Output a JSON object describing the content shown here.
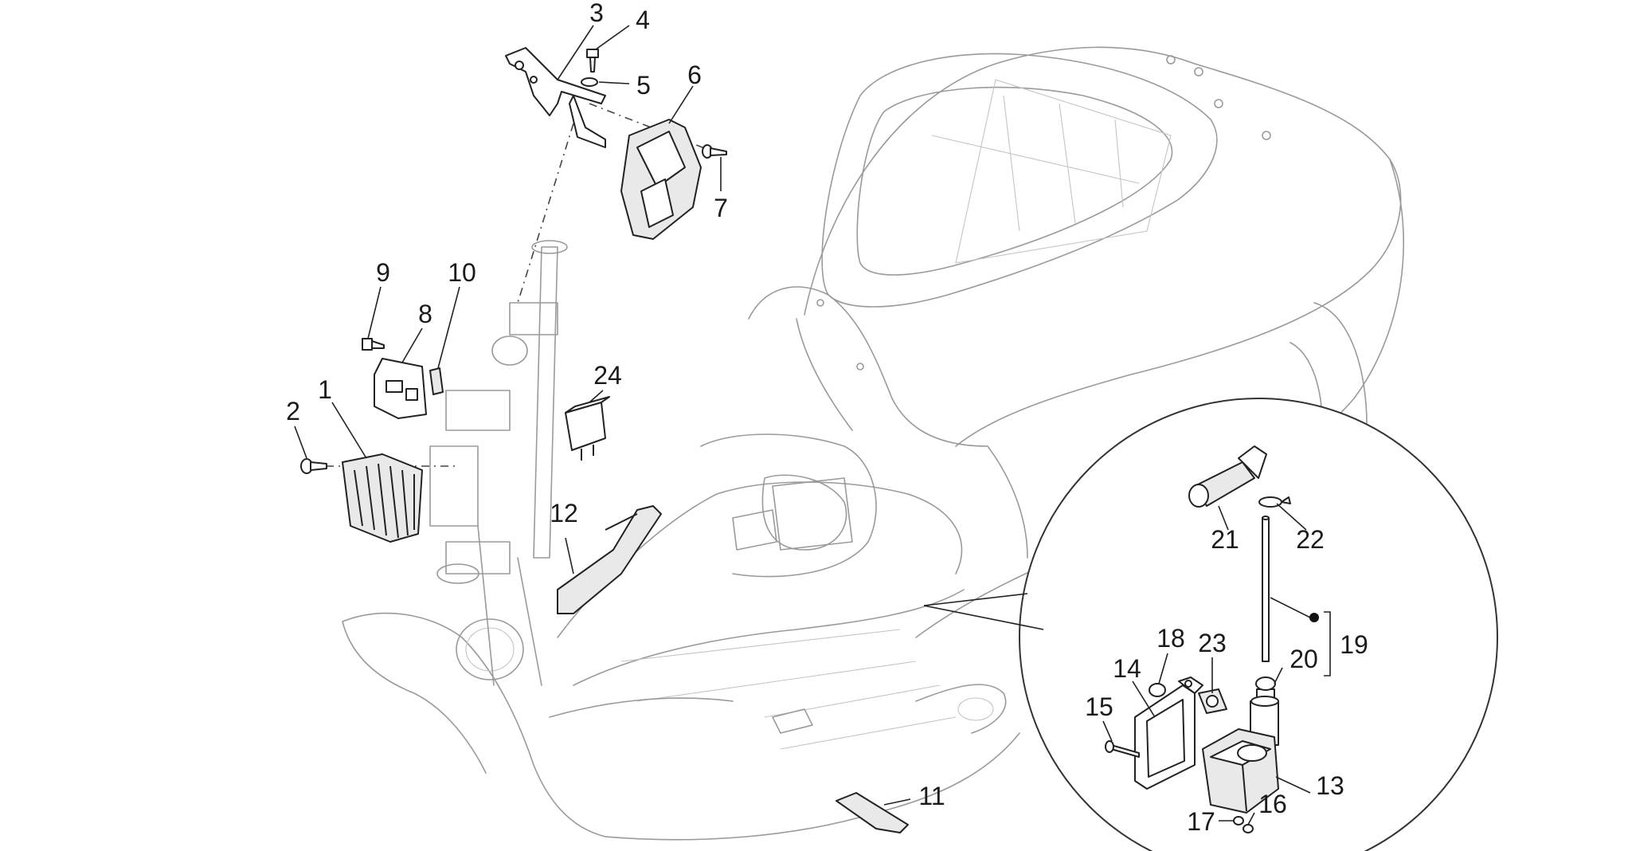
{
  "callouts": [
    {
      "id": "1",
      "text": "1"
    },
    {
      "id": "2",
      "text": "2"
    },
    {
      "id": "3",
      "text": "3"
    },
    {
      "id": "4",
      "text": "4"
    },
    {
      "id": "5",
      "text": "5"
    },
    {
      "id": "6",
      "text": "6"
    },
    {
      "id": "7",
      "text": "7"
    },
    {
      "id": "8",
      "text": "8"
    },
    {
      "id": "9",
      "text": "9"
    },
    {
      "id": "10",
      "text": "10"
    },
    {
      "id": "11",
      "text": "11"
    },
    {
      "id": "12",
      "text": "12"
    },
    {
      "id": "13",
      "text": "13"
    },
    {
      "id": "14",
      "text": "14"
    },
    {
      "id": "15",
      "text": "15"
    },
    {
      "id": "16",
      "text": "16"
    },
    {
      "id": "17",
      "text": "17"
    },
    {
      "id": "18",
      "text": "18"
    },
    {
      "id": "19",
      "text": "19"
    },
    {
      "id": "20",
      "text": "20"
    },
    {
      "id": "21",
      "text": "21"
    },
    {
      "id": "22",
      "text": "22"
    },
    {
      "id": "23",
      "text": "23"
    },
    {
      "id": "24",
      "text": "24"
    }
  ],
  "colors": {
    "line": "#222222",
    "body_outline": "#9a9a9a",
    "background": "#ffffff"
  }
}
